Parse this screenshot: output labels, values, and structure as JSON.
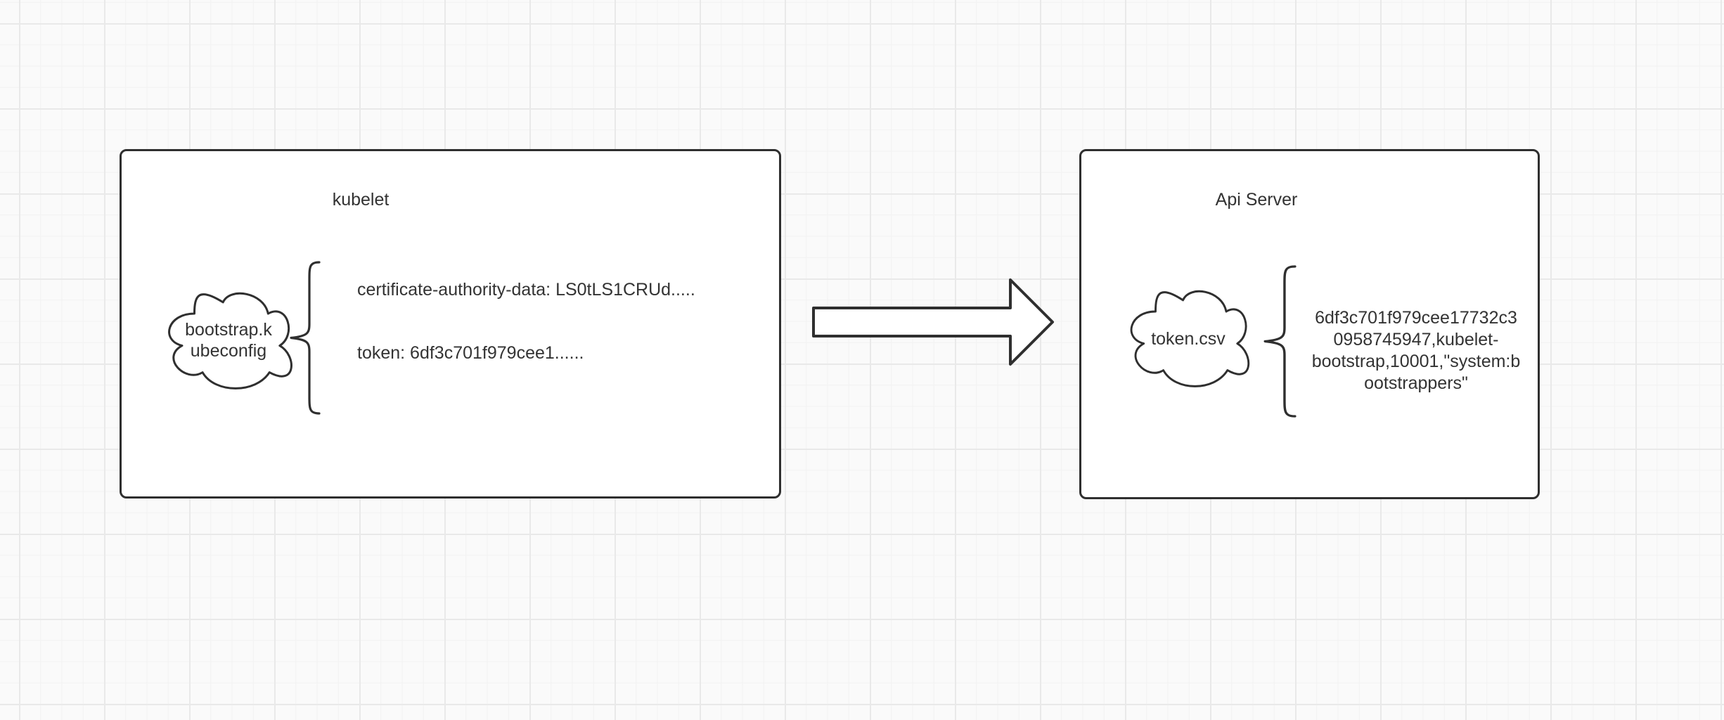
{
  "canvas": {
    "background": "#fafafa",
    "grid_minor_color": "#f2f2f2",
    "grid_major_color": "#e9e9e9"
  },
  "colors": {
    "shape_stroke": "#2f2f2f",
    "shape_fill": "#ffffff",
    "text": "#333333"
  },
  "kubelet_node": {
    "title": "kubelet",
    "cloud_label_lines": [
      "bootstrap.k",
      "ubeconfig"
    ],
    "entries": [
      "certificate-authority-data: LS0tLS1CRUd.....",
      "token: 6df3c701f979cee1......"
    ]
  },
  "api_server_node": {
    "title": "Api Server",
    "cloud_label": "token.csv",
    "token_lines": [
      "6df3c701f979cee17732c3",
      "0958745947,kubelet-",
      "bootstrap,10001,\"system:b",
      "ootstrappers\""
    ]
  }
}
